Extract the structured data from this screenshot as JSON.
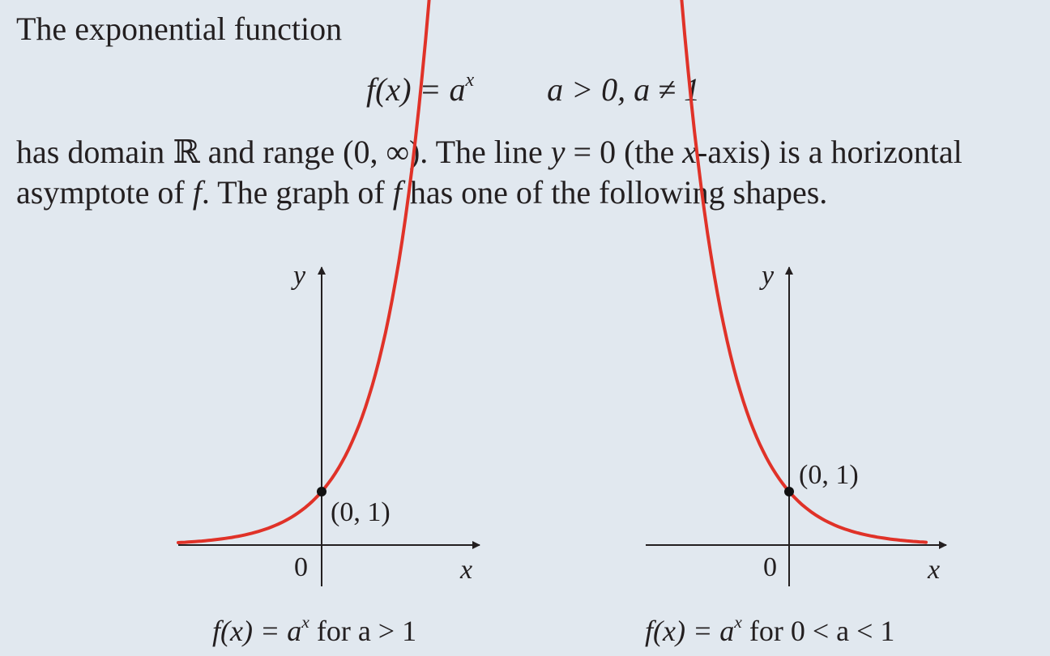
{
  "intro": "The exponential function",
  "formula": {
    "lhs": "f(x) = a",
    "lhs_sup": "x",
    "condition": "a > 0, a ≠ 1"
  },
  "paragraph": {
    "part1": "has domain ",
    "reals": "ℝ",
    "part2": " and range (0, ∞). The line ",
    "y": "y",
    "part3": " = 0 (the ",
    "x": "x",
    "part4": "-axis) is a horizontal asymptote of ",
    "f1": "f",
    "part5": ". The graph of ",
    "f2": "f",
    "part6": " has one of the following shapes."
  },
  "graphs": [
    {
      "y_label": "y",
      "x_label": "x",
      "origin_label": "0",
      "point_label": "(0, 1)",
      "curve_color": "#e03228",
      "caption_lhs": "f(x) = a",
      "caption_sup": "x",
      "caption_rhs": " for a > 1"
    },
    {
      "y_label": "y",
      "x_label": "x",
      "origin_label": "0",
      "point_label": "(0, 1)",
      "curve_color": "#e03228",
      "caption_lhs": "f(x) = a",
      "caption_sup": "x",
      "caption_rhs": " for 0 < a < 1"
    }
  ]
}
